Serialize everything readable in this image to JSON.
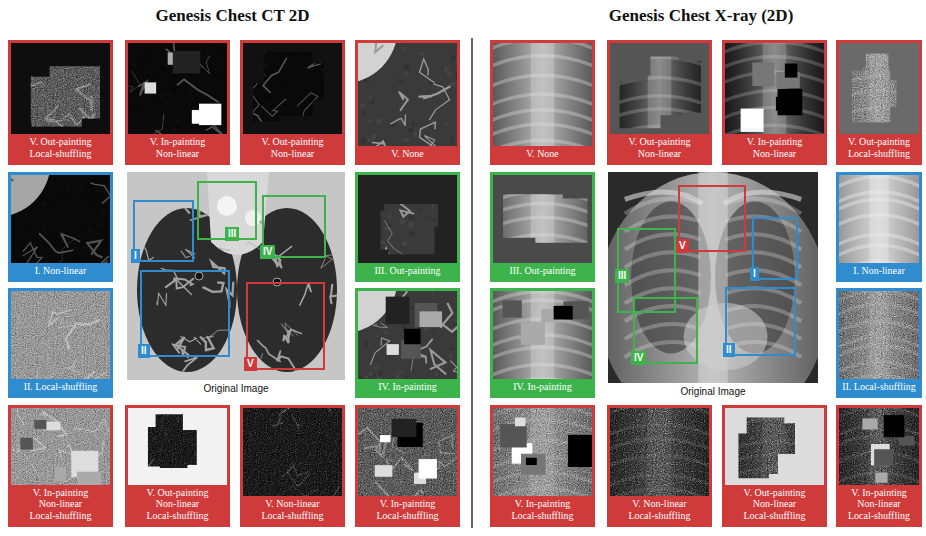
{
  "diagram": {
    "nodes": [
      {
        "text": [
          "V. Out-painting Local-shuffling"
        ]
      },
      {
        "text": [
          "V. In-painting Non-linear"
        ]
      },
      {
        "text": [
          "V. Out-painting Non-linear"
        ]
      },
      {
        "text": [
          "V. None"
        ]
      },
      {
        "text": [
          "I. Non-linear"
        ]
      },
      {
        "text": [
          "II. Local-shuffling"
        ]
      },
      {
        "text": [
          "Original Image"
        ]
      },
      {
        "text": [
          "I"
        ],
        "in": 6
      },
      {
        "text": [
          "II"
        ],
        "in": 6
      },
      {
        "text": [
          "III"
        ],
        "in": 6
      },
      {
        "text": [
          "IV"
        ],
        "in": 6
      },
      {
        "text": [
          "V"
        ],
        "in": 6
      },
      {
        "text": [
          "III. Out-painting"
        ]
      },
      {
        "text": [
          "IV. In-painting"
        ]
      },
      {
        "text": [
          "V. In-painting Non-linear Local-shuffling"
        ]
      },
      {
        "text": [
          "V. Out-painting Non-linear Local-shuffling"
        ]
      },
      {
        "text": [
          "V. Non-linear Local-shuffling"
        ]
      },
      {
        "text": [
          "V. In-painting Local-shuffling"
        ]
      },
      {
        "text": [
          "V. None"
        ]
      },
      {
        "text": [
          "V. Out-painting Non-linear"
        ]
      },
      {
        "text": [
          "V. In-painting Non-linear"
        ]
      },
      {
        "text": [
          "V. Out-painting Local-shuffling"
        ]
      },
      {
        "text": [
          "III. Out-painting"
        ]
      },
      {
        "text": [
          "IV. In-painting"
        ]
      },
      {
        "text": [
          "Original Image"
        ]
      },
      {
        "text": [
          "V"
        ],
        "in": 24
      },
      {
        "text": [
          "I"
        ],
        "in": 24
      },
      {
        "text": [
          "III"
        ],
        "in": 24
      },
      {
        "text": [
          "IV"
        ],
        "in": 24
      },
      {
        "text": [
          "II"
        ],
        "in": 24
      },
      {
        "text": [
          "I. Non-linear"
        ]
      },
      {
        "text": [
          "II. Local-shuffling"
        ]
      },
      {
        "text": [
          "V. In-painting Local-shuffling"
        ]
      },
      {
        "text": [
          "V. Non-linear Local-shuffling"
        ]
      },
      {
        "text": [
          "V. Out-painting Non-linear Local-shuffling"
        ]
      },
      {
        "text": [
          "V. In-painting Non-linear Local-shuffling"
        ]
      }
    ],
    "labels": [
      "Genesis Chest CT 2D",
      "Genesis Chest X-ray (2D)"
    ]
  }
}
